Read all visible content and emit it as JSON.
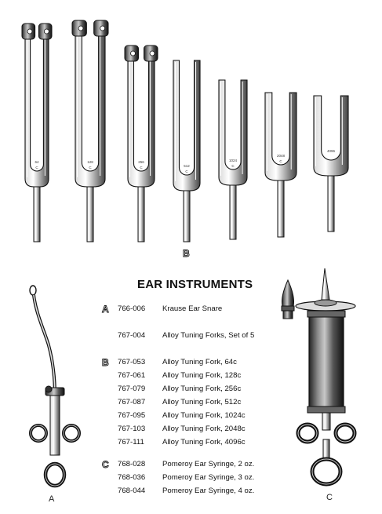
{
  "heading": "EAR INSTRUMENTS",
  "figure_labels": {
    "forks": "B",
    "snare": "A",
    "syringe": "C"
  },
  "tuning_forks": [
    {
      "frequency": "64",
      "note": "C"
    },
    {
      "frequency": "128",
      "note": "C"
    },
    {
      "frequency": "256",
      "note": "C"
    },
    {
      "frequency": "512",
      "note": "C"
    },
    {
      "frequency": "1024",
      "note": "C"
    },
    {
      "frequency": "2048",
      "note": "C"
    },
    {
      "frequency": "4096",
      "note": ""
    }
  ],
  "catalog": [
    {
      "section": "A",
      "code": "766-006",
      "description": "Krause Ear Snare"
    },
    {
      "section": "",
      "code": "767-004",
      "description": "Alloy Tuning Forks, Set of 5"
    },
    {
      "section": "B",
      "code": "767-053",
      "description": "Alloy Tuning Fork, 64c"
    },
    {
      "section": "",
      "code": "767-061",
      "description": "Alloy Tuning Fork, 128c"
    },
    {
      "section": "",
      "code": "767-079",
      "description": "Alloy Tuning Fork, 256c"
    },
    {
      "section": "",
      "code": "767-087",
      "description": "Alloy Tuning Fork, 512c"
    },
    {
      "section": "",
      "code": "767-095",
      "description": "Alloy Tuning Fork, 1024c"
    },
    {
      "section": "",
      "code": "767-103",
      "description": "Alloy Tuning Fork, 2048c"
    },
    {
      "section": "",
      "code": "767-111",
      "description": "Alloy Tuning Fork, 4096c"
    },
    {
      "section": "C",
      "code": "768-028",
      "description": "Pomeroy Ear Syringe, 2 oz."
    },
    {
      "section": "",
      "code": "768-036",
      "description": "Pomeroy Ear Syringe, 3 oz."
    },
    {
      "section": "",
      "code": "768-044",
      "description": "Pomeroy Ear Syringe, 4 oz."
    }
  ]
}
